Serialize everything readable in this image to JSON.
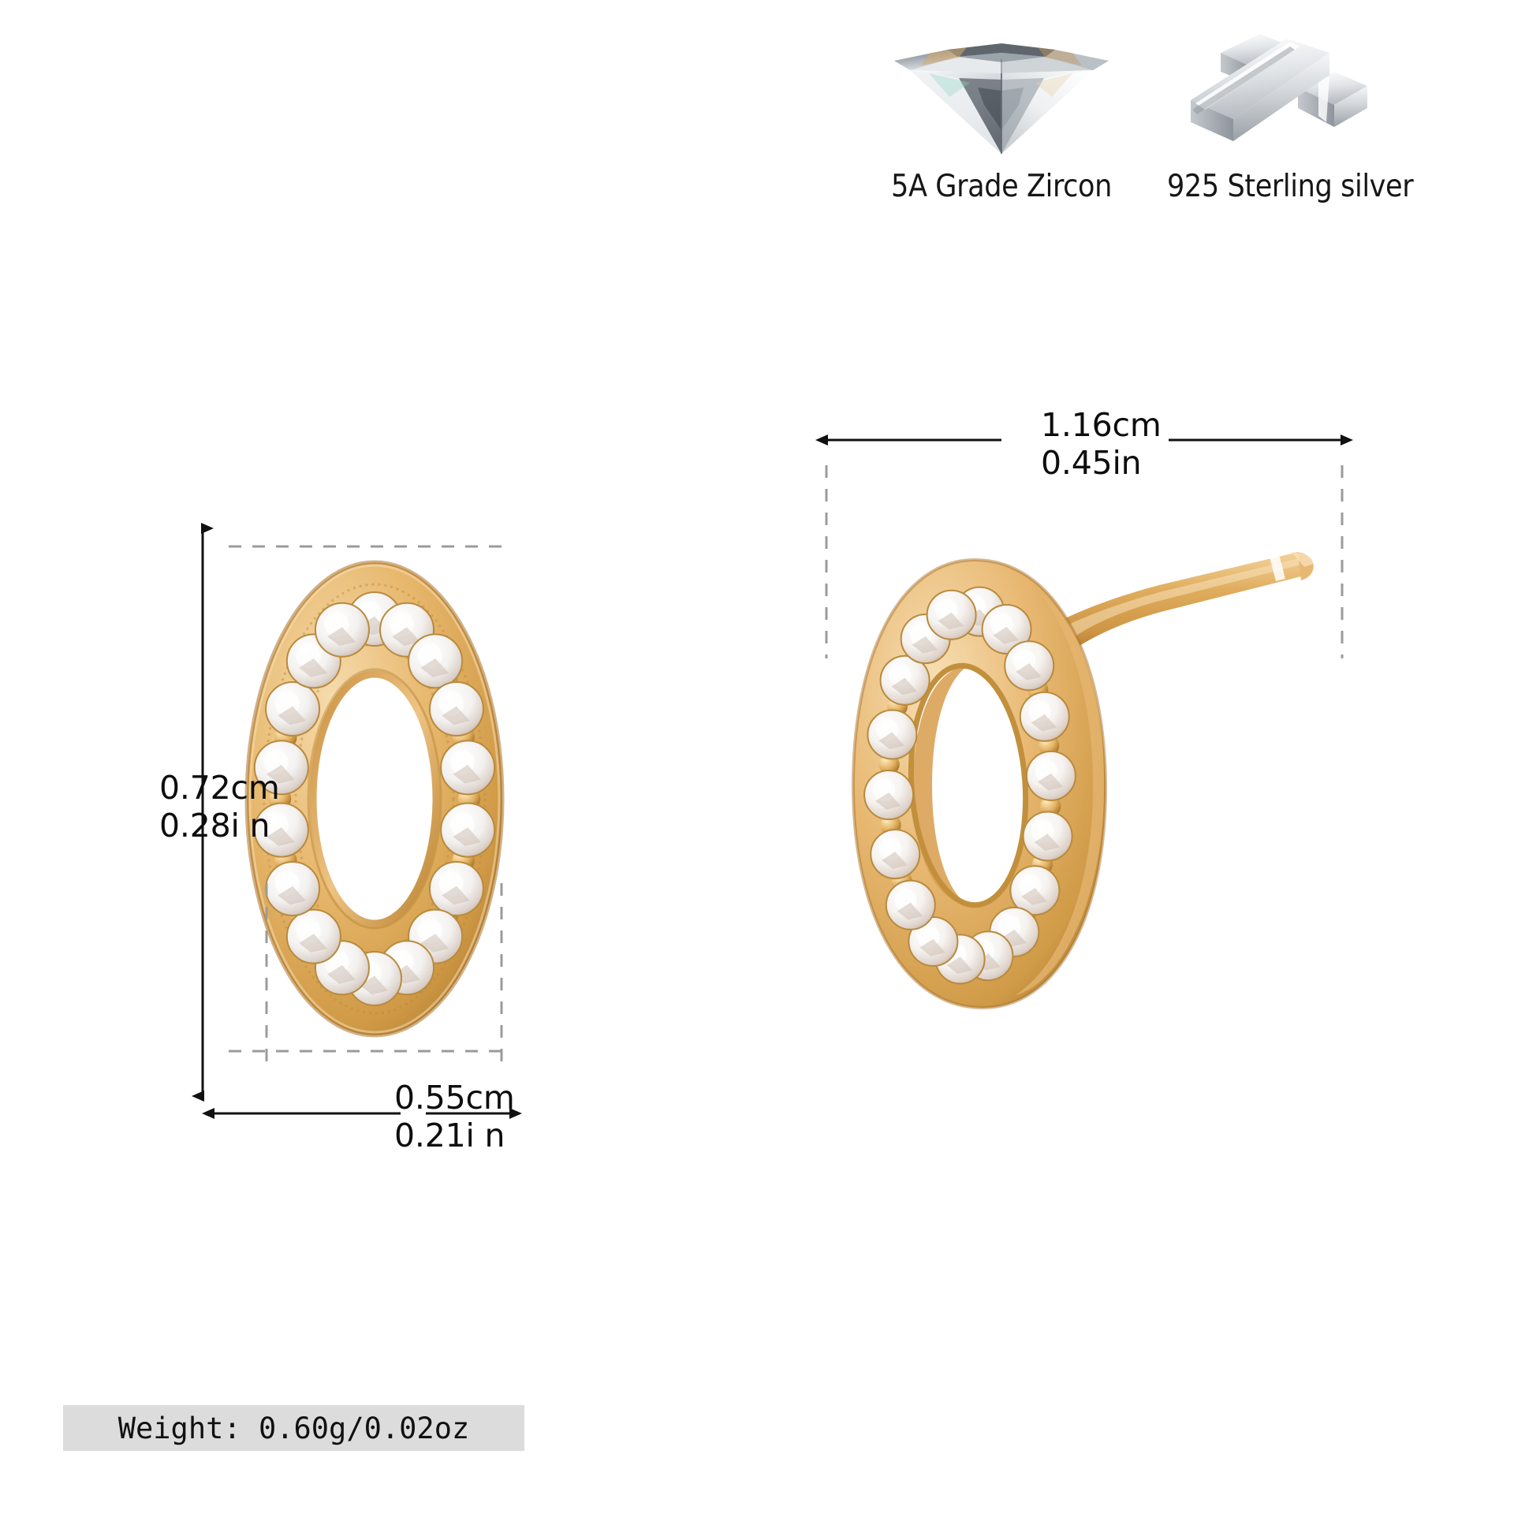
{
  "page": {
    "background": "#ffffff",
    "product": "oval pave zircon stud earring"
  },
  "materials": [
    {
      "icon": "diamond-gem-icon",
      "label": "5A Grade Zircon"
    },
    {
      "icon": "silver-ingot-bars-icon",
      "label": "925 Sterling silver"
    }
  ],
  "dimensions": {
    "height": {
      "name": "height-dimension",
      "cm": "0.72cm",
      "in": "0.28i n"
    },
    "width": {
      "name": "width-dimension",
      "cm": "0.55cm",
      "in": "0.21i n"
    },
    "overall_with_post": {
      "name": "overall-length-dimension",
      "cm": "1.16cm",
      "in": "0.45in"
    }
  },
  "weight": {
    "label": "Weight:  0.60g/0.02oz",
    "band_color": "#dcdcdc"
  },
  "colors": {
    "gold_light": "#f2cf97",
    "gold_mid": "#e0ad5e",
    "gold_deep": "#c08c3c",
    "gold_shadow": "#a9732c",
    "stone_white": "#fdfdfd",
    "stone_shade": "#ddd5d0",
    "silver_light": "#f3f4f5",
    "silver_mid": "#c9ccd0",
    "silver_dark": "#8d9298",
    "line": "#111111",
    "dash": "#9b9b9b"
  },
  "views": {
    "front": {
      "name": "front-view-earring"
    },
    "angled": {
      "name": "angled-view-earring-with-post"
    }
  }
}
